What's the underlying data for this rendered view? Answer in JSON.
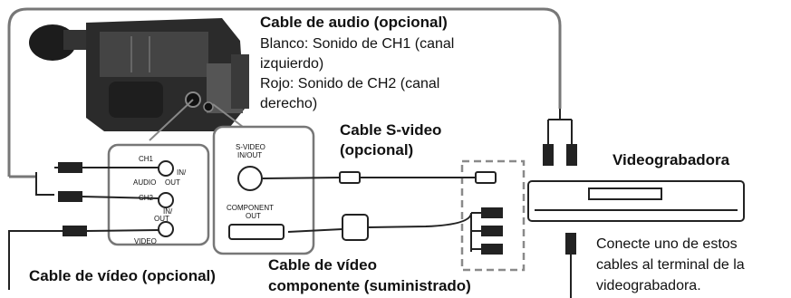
{
  "labels": {
    "audio_cable_title": "Cable de audio (opcional)",
    "audio_cable_line1": "Blanco: Sonido de CH1 (canal",
    "audio_cable_line2": "izquierdo)",
    "audio_cable_line3": "Rojo: Sonido de CH2 (canal",
    "audio_cable_line4": "derecho)",
    "svideo_cable_line1": "Cable S-video",
    "svideo_cable_line2": "(opcional)",
    "vcr_label": "Videograbadora",
    "connect_line1": "Conecte uno de estos",
    "connect_line2": "cables al terminal de la",
    "connect_line3": "videograbadora.",
    "video_cable_label": "Cable de vídeo (opcional)",
    "component_cable_line1": "Cable de vídeo",
    "component_cable_line2": "componente (suministrado)"
  },
  "ports": {
    "ch1": "CH1",
    "in_out_1a": "IN/",
    "in_out_1b": "OUT",
    "audio": "AUDIO",
    "ch2": "CH2",
    "in_2": "IN/",
    "out_2": "OUT",
    "video": "VIDEO",
    "svideo_a": "S-VIDEO",
    "svideo_b": "IN/OUT",
    "component_a": "COMPONENT",
    "component_b": "OUT"
  },
  "colors": {
    "line": "#222222",
    "box_gray": "#777777",
    "dashed_gray": "#8a8a8a",
    "camera_dark": "#1c1c1c",
    "camera_mid": "#555555"
  }
}
